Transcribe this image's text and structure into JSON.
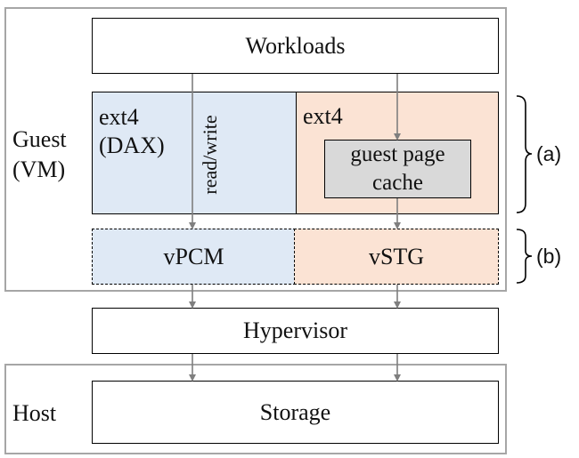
{
  "guest": {
    "label_line1": "Guest",
    "label_line2": "(VM)"
  },
  "host": {
    "label": "Host"
  },
  "boxes": {
    "workloads": "Workloads",
    "ext4_dax_line1": "ext4",
    "ext4_dax_line2": "(DAX)",
    "read_write": "read/write",
    "ext4_right": "ext4",
    "guest_page_cache_line1": "guest page",
    "guest_page_cache_line2": "cache",
    "vpcm": "vPCM",
    "vstg": "vSTG",
    "hypervisor": "Hypervisor",
    "storage": "Storage"
  },
  "brackets": {
    "a": "(a)",
    "b": "(b)"
  },
  "colors": {
    "blue_fill": "#dfe9f5",
    "orange_fill": "#fbe3d4",
    "gray_fill": "#d9d9d9",
    "region_border": "#a6a6a6",
    "arrow": "#7f7f7f"
  }
}
